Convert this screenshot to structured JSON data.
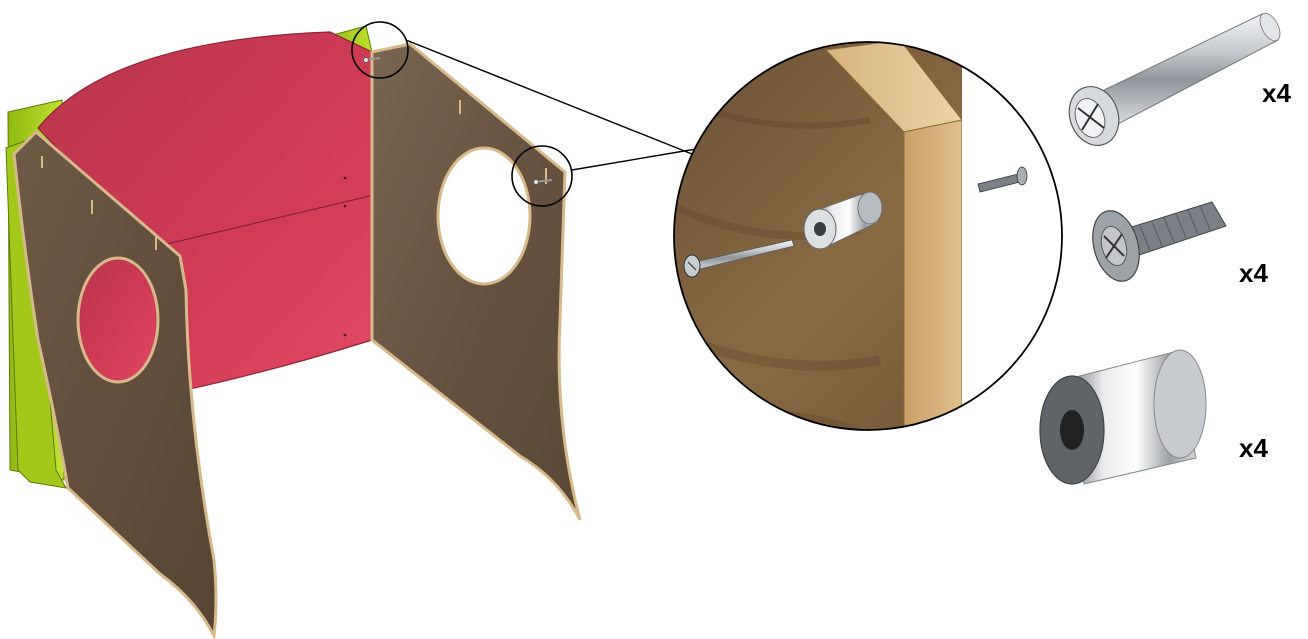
{
  "parts": [
    {
      "name": "long-bolt",
      "quantity": "x4"
    },
    {
      "name": "short-bolt",
      "quantity": "x4"
    },
    {
      "name": "spacer",
      "quantity": "x4"
    }
  ],
  "colors": {
    "wood_panel": "#6e5a44",
    "wood_edge": "#d8b98a",
    "back_panel": "#d9374f",
    "side_panel": "#a8d11c",
    "metal": "#c9cdd2",
    "outline": "#000000"
  }
}
